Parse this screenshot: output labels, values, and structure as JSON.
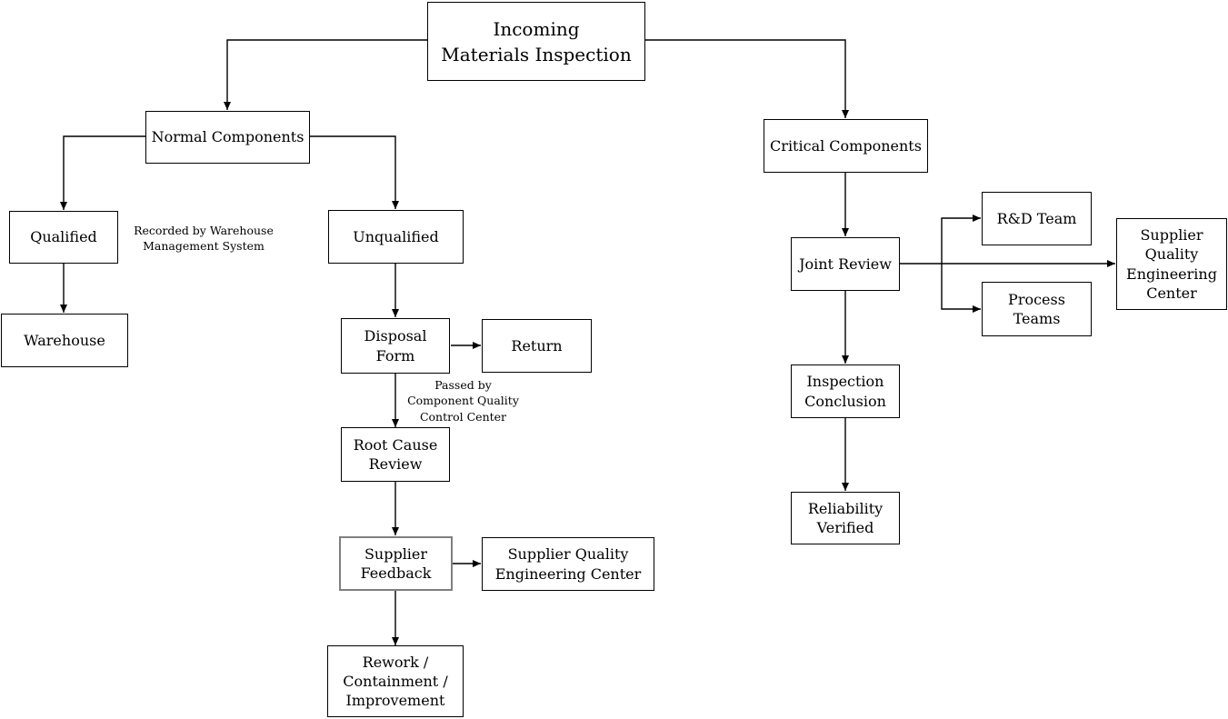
{
  "diagram": {
    "background_color": "#ffffff",
    "line_color": "#000000",
    "node_border_color": "#000000",
    "highlight_border_color": "#7f7f7f",
    "nodes": {
      "incoming": {
        "label": "Incoming\nMaterials Inspection"
      },
      "normal": {
        "label": "Normal Components"
      },
      "critical": {
        "label": "Critical Components"
      },
      "qualified": {
        "label": "Qualified"
      },
      "unqualified": {
        "label": "Unqualified"
      },
      "warehouse": {
        "label": "Warehouse"
      },
      "disposal_form": {
        "label": "Disposal\nForm"
      },
      "return": {
        "label": "Return"
      },
      "root_cause": {
        "label": "Root Cause\nReview"
      },
      "supplier_feedback": {
        "label": "Supplier\nFeedback"
      },
      "sqec_left": {
        "label": "Supplier Quality\nEngineering Center"
      },
      "rework": {
        "label": "Rework /\nContainment /\nImprovement"
      },
      "joint_review": {
        "label": "Joint Review"
      },
      "rd_team": {
        "label": "R&D Team"
      },
      "process_teams": {
        "label": "Process\nTeams"
      },
      "sqec_right": {
        "label": "Supplier\nQuality\nEngineering\nCenter"
      },
      "inspection_conclusion": {
        "label": "Inspection\nConclusion"
      },
      "reliability_verified": {
        "label": "Reliability\nVerified"
      }
    },
    "annotations": {
      "recorded_by": "Recorded by Warehouse\nManagement System",
      "passed_by": "Passed by\nComponent Quality\nControl Center"
    },
    "edges": [
      {
        "from": "incoming",
        "to": "normal"
      },
      {
        "from": "incoming",
        "to": "critical"
      },
      {
        "from": "normal",
        "to": "qualified"
      },
      {
        "from": "normal",
        "to": "unqualified"
      },
      {
        "from": "qualified",
        "to": "warehouse"
      },
      {
        "from": "unqualified",
        "to": "disposal_form"
      },
      {
        "from": "disposal_form",
        "to": "return"
      },
      {
        "from": "disposal_form",
        "to": "root_cause"
      },
      {
        "from": "root_cause",
        "to": "supplier_feedback"
      },
      {
        "from": "supplier_feedback",
        "to": "sqec_left"
      },
      {
        "from": "supplier_feedback",
        "to": "rework"
      },
      {
        "from": "critical",
        "to": "joint_review"
      },
      {
        "from": "joint_review",
        "to": "rd_team"
      },
      {
        "from": "joint_review",
        "to": "process_teams"
      },
      {
        "from": "joint_review",
        "to": "sqec_right"
      },
      {
        "from": "joint_review",
        "to": "inspection_conclusion"
      },
      {
        "from": "inspection_conclusion",
        "to": "reliability_verified"
      }
    ]
  }
}
